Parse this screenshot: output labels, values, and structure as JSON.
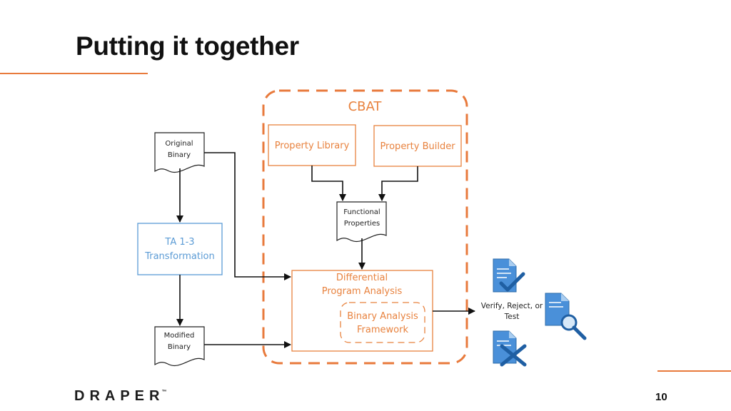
{
  "slide": {
    "title": "Putting it together",
    "logo": "DRAPER",
    "logo_tm": "™",
    "page_number": "10"
  },
  "diagram": {
    "container_label": "CBAT",
    "property_library": "Property Library",
    "property_builder": "Property Builder",
    "functional_properties": [
      "Functional",
      "Properties"
    ],
    "original_binary": [
      "Original",
      "Binary"
    ],
    "ta_transformation": [
      "TA 1-3",
      "Transformation"
    ],
    "modified_binary": [
      "Modified",
      "Binary"
    ],
    "differential_analysis": [
      "Differential",
      "Program Analysis"
    ],
    "binary_framework": [
      "Binary Analysis",
      "Framework"
    ],
    "outcome_label": [
      "Verify, Reject, or",
      "Test"
    ]
  },
  "colors": {
    "accent_orange": "#e87a3c",
    "blue": "#5b9bd5",
    "dark": "#222222"
  },
  "icons": [
    "document-check-icon",
    "document-search-icon",
    "document-reject-icon"
  ]
}
